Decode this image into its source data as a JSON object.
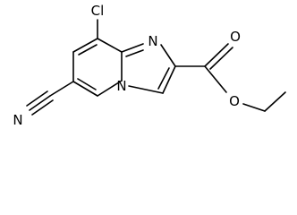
{
  "structure": {
    "atoms": {
      "cl": "Cl",
      "n_imine": "N",
      "n_bridge": "N",
      "n_nitrile": "N",
      "o_carbonyl": "O",
      "o_ester": "O"
    },
    "colors": {
      "bond": "#000000",
      "text": "#000000",
      "background": "#ffffff"
    }
  }
}
